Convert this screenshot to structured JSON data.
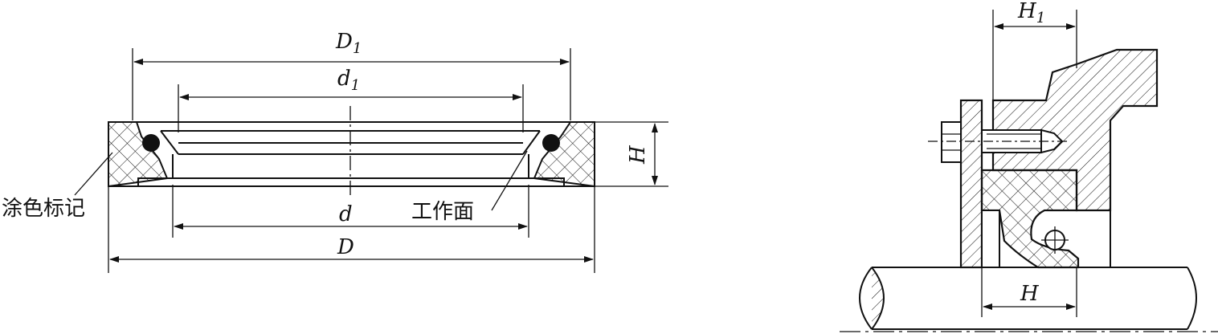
{
  "left_view": {
    "dim_D1": {
      "main": "D",
      "sub": "1"
    },
    "dim_d1": {
      "main": "d",
      "sub": "1"
    },
    "dim_d": "d",
    "dim_D": "D",
    "dim_H": "H",
    "label_paint_mark": "涂色标记",
    "label_working_face": "工作面"
  },
  "right_view": {
    "dim_H1": {
      "main": "H",
      "sub": "1"
    },
    "dim_H": "H"
  }
}
